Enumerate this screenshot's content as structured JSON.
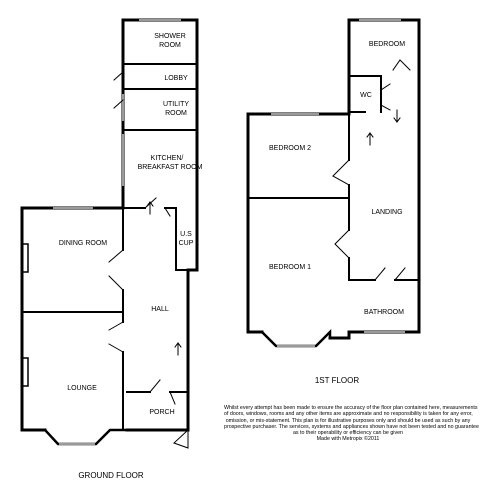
{
  "rooms": {
    "shower_room": [
      "SHOWER",
      "ROOM"
    ],
    "lobby": "LOBBY",
    "utility_room": [
      "UTILITY",
      "ROOM"
    ],
    "kitchen": [
      "KITCHEN/",
      "BREAKFAST ROOM"
    ],
    "dining_room": "DINING ROOM",
    "us_cup": [
      "U.S",
      "CUP"
    ],
    "hall": "HALL",
    "lounge": "LOUNGE",
    "porch": "PORCH",
    "bedroom": "BEDROOM",
    "wc": "WC",
    "bedroom2": "BEDROOM 2",
    "landing": "LANDING",
    "bedroom1": "BEDROOM 1",
    "bathroom": "BATHROOM"
  },
  "floors": {
    "ground": "GROUND FLOOR",
    "first": "1ST FLOOR"
  },
  "disclaimer": [
    "Whilst every attempt has been made to ensure the accuracy of the floor plan contained here, measurements",
    "of doors, windows, rooms and any other items are approximate and no responsibility is taken for any error,",
    "omission, or mis-statement. This plan is for illustrative purposes only and should be used as such by any",
    "prospective purchaser. The services, systems and appliances shown have not been tested and no guarantee",
    "as to their operability or efficiency can be given",
    "Made with Metropix ©2011"
  ],
  "colors": {
    "wall": "#000000",
    "window": "#9a9a9a",
    "background": "#ffffff"
  },
  "icons": [
    "fireplace-icon",
    "up-arrow-icon",
    "door-swing-icon",
    "window-icon"
  ]
}
